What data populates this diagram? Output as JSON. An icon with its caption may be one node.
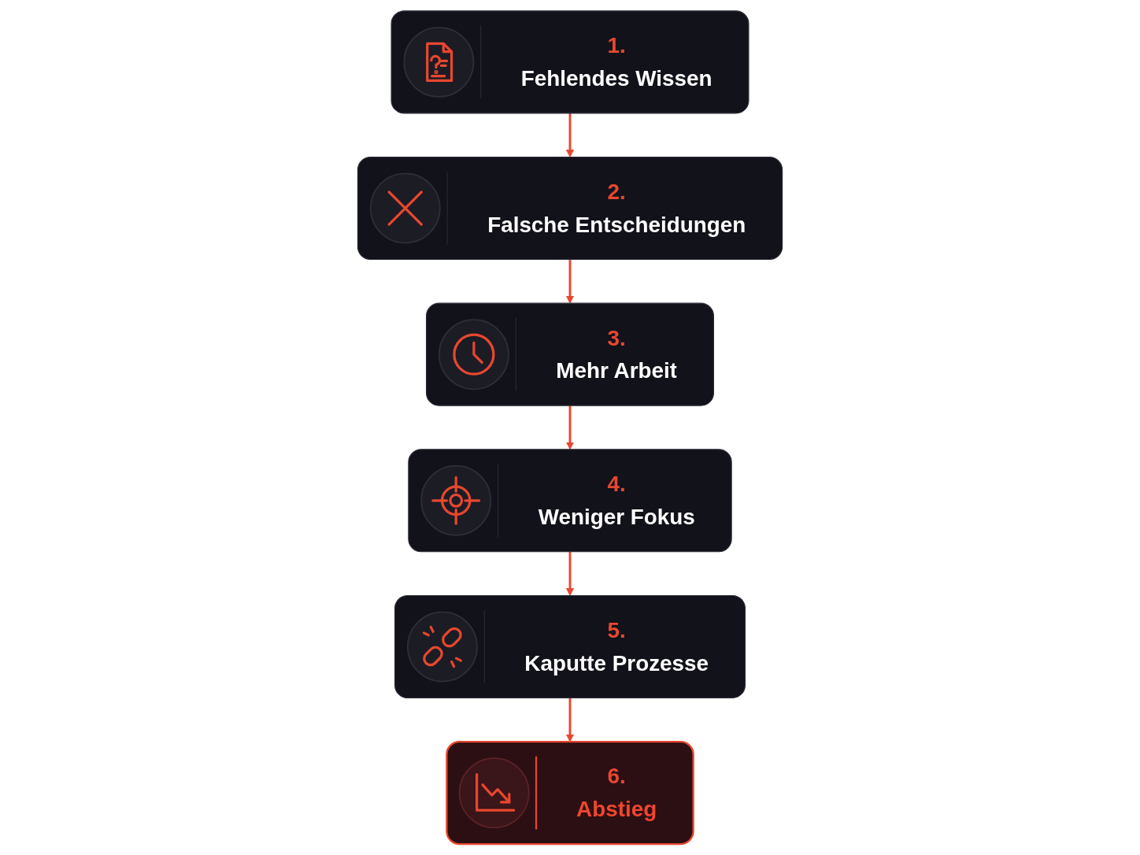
{
  "diagram": {
    "nodes": [
      {
        "text": [
          "1.",
          "Fehlendes Wissen"
        ]
      },
      {
        "text": [
          "2.",
          "Falsche Entscheidungen"
        ]
      },
      {
        "text": [
          "3.",
          "Mehr Arbeit"
        ]
      },
      {
        "text": [
          "4.",
          "Weniger Fokus"
        ]
      },
      {
        "text": [
          "5.",
          "Kaputte Prozesse"
        ]
      },
      {
        "text": [
          "6.",
          "Abstieg"
        ]
      }
    ],
    "edges": [
      {
        "from": 0,
        "to": 1,
        "arrow": "to"
      },
      {
        "from": 1,
        "to": 2,
        "arrow": "to"
      },
      {
        "from": 2,
        "to": 3,
        "arrow": "to"
      },
      {
        "from": 3,
        "to": 4,
        "arrow": "to"
      },
      {
        "from": 4,
        "to": 5,
        "arrow": "to"
      }
    ]
  }
}
